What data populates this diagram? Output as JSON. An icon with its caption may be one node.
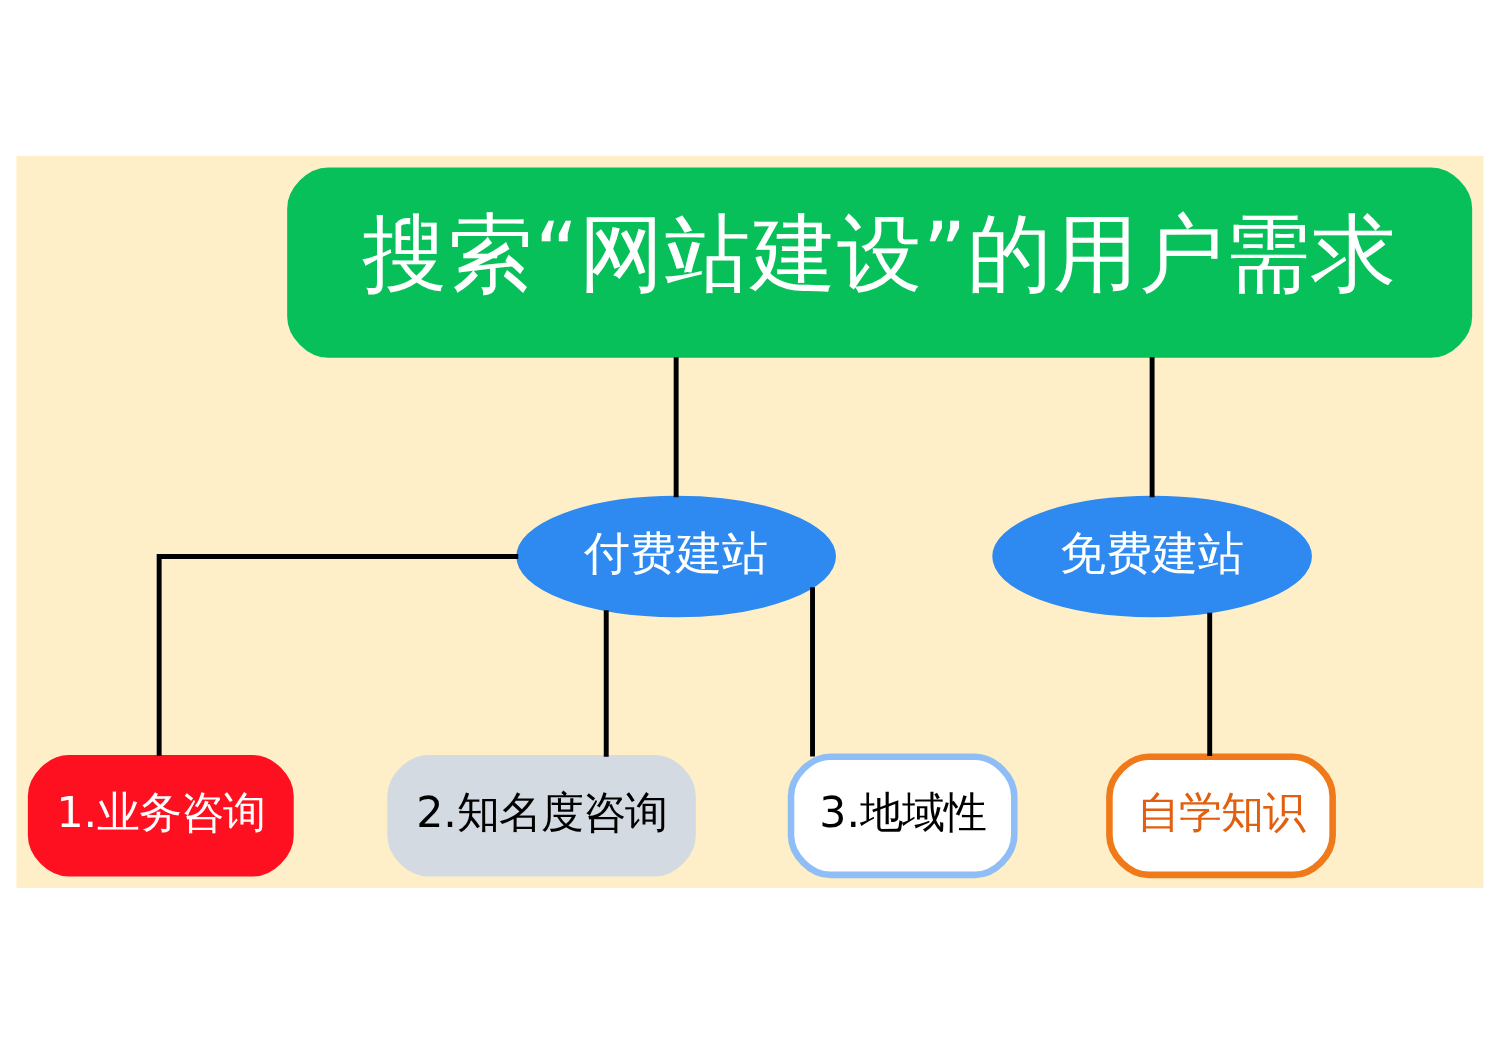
{
  "diagram": {
    "nodes": [
      {
        "text": [
          "搜索“网站建设”的用户需求"
        ]
      },
      {
        "text": [
          "付费建站"
        ]
      },
      {
        "text": [
          "免费建站"
        ]
      },
      {
        "text": [
          "1.业务咨询"
        ]
      },
      {
        "text": [
          "2.知名度咨询"
        ]
      },
      {
        "text": [
          "3.地域性"
        ]
      },
      {
        "text": [
          "自学知识"
        ]
      }
    ],
    "edges": [
      {
        "from": 0,
        "to": 1,
        "arrow": "none"
      },
      {
        "from": 0,
        "to": 2,
        "arrow": "none"
      },
      {
        "from": 1,
        "to": 3,
        "arrow": "none"
      },
      {
        "from": 1,
        "to": 4,
        "arrow": "none"
      },
      {
        "from": 1,
        "to": 5,
        "arrow": "none"
      },
      {
        "from": 2,
        "to": 6,
        "arrow": "none"
      }
    ]
  }
}
